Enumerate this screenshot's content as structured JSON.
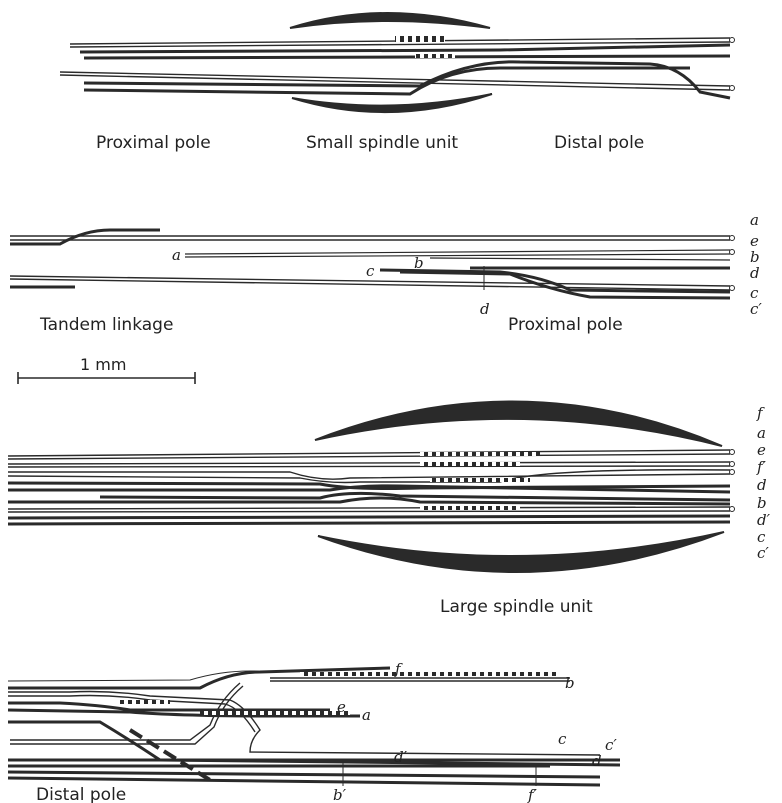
{
  "captions": {
    "proximal_pole_top": "Proximal pole",
    "small_spindle_unit": "Small spindle unit",
    "distal_pole_top": "Distal pole",
    "tandem_linkage": "Tandem linkage",
    "proximal_pole_mid": "Proximal pole",
    "scale_bar": "1 mm",
    "large_spindle_unit": "Large spindle unit",
    "distal_pole_bottom": "Distal pole"
  },
  "labels": {
    "tandem_right": [
      "a",
      "e",
      "b",
      "d",
      "c",
      "c′"
    ],
    "tandem_a": "a",
    "tandem_b": "b",
    "tandem_c": "c",
    "tandem_d": "d",
    "large_right": [
      "f",
      "a",
      "e",
      "f′",
      "d",
      "b",
      "d′",
      "c",
      "c′"
    ],
    "distal_f": "f",
    "distal_b": "b",
    "distal_e": "e",
    "distal_a": "a",
    "distal_d_prime": "d′",
    "distal_c": "c",
    "distal_c_prime": "c′",
    "distal_d": "d",
    "distal_b_prime": "b′",
    "distal_f_prime": "f′"
  },
  "colors": {
    "ink": "#2a2a2a",
    "paper": "#ffffff"
  }
}
